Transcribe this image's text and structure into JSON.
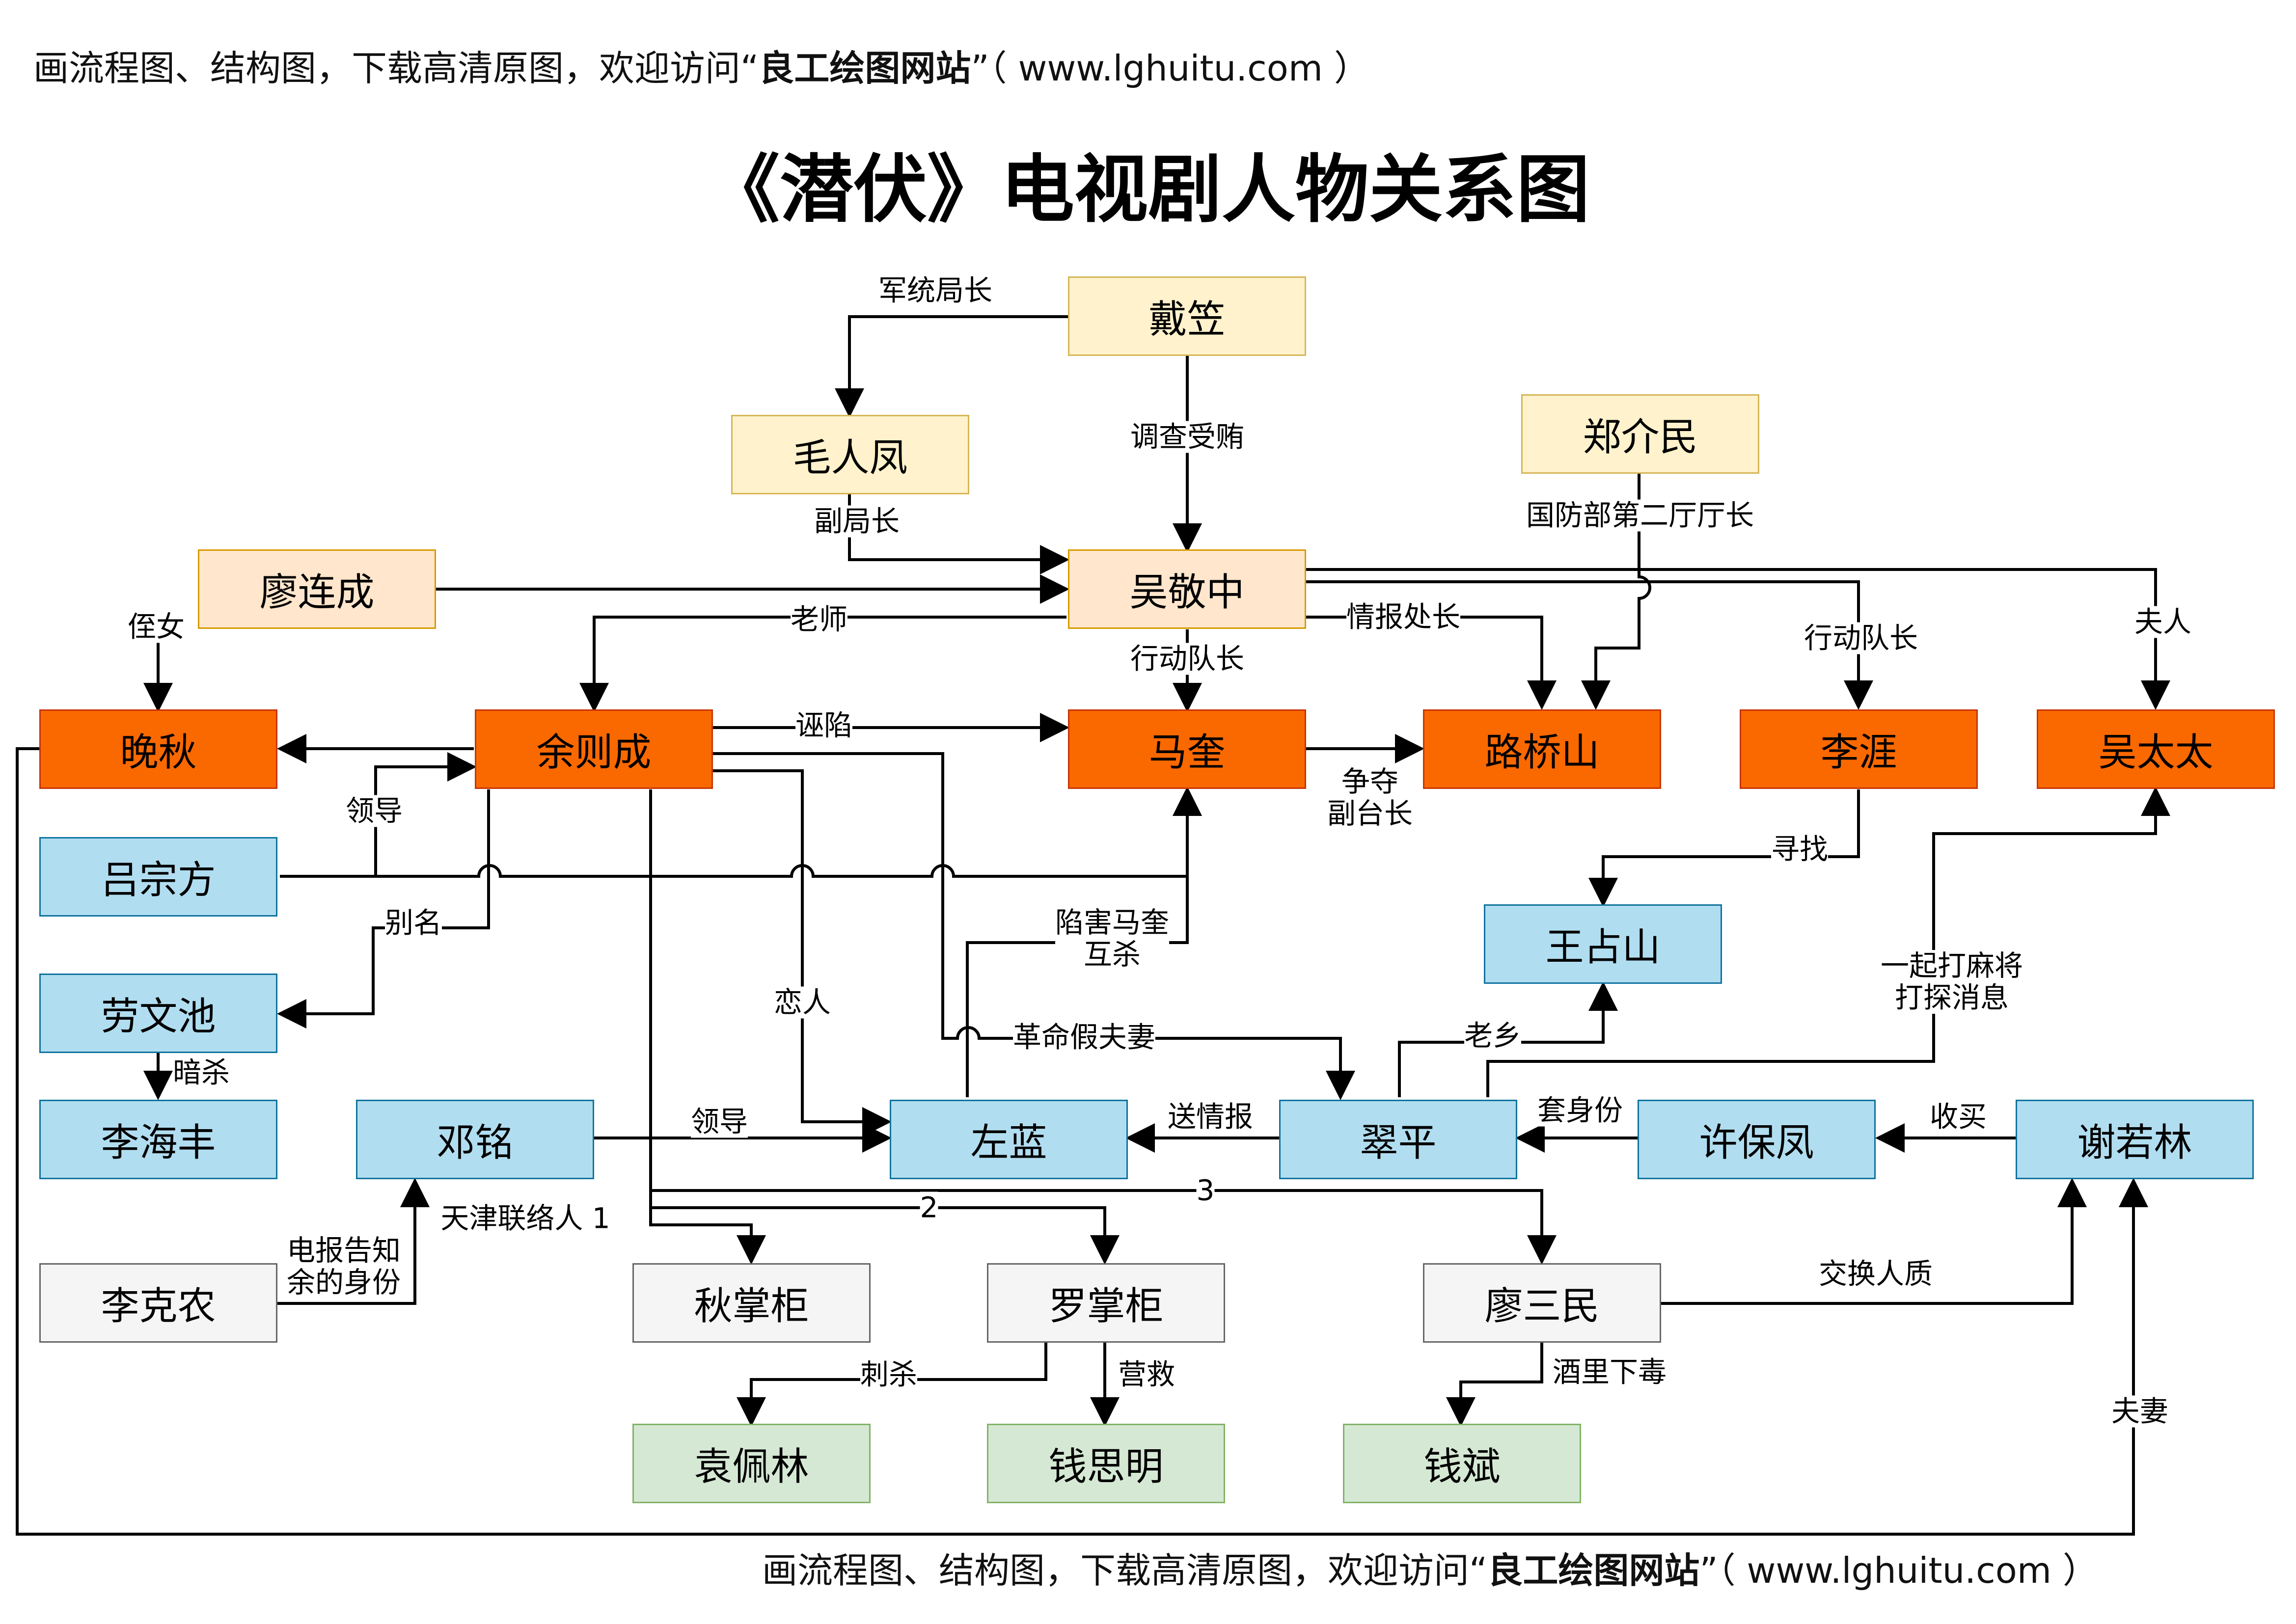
{
  "banner": {
    "before": "画流程图、结构图，下载高清原图，欢迎访问“",
    "site": "良工绘图网站",
    "after": "”（ www.lghuitu.com ）"
  },
  "title": "《潜伏》电视剧人物关系图",
  "colors": {
    "yellow_fill": "#fff2cc",
    "yellow_border": "#d6b656",
    "peach_fill": "#ffe6cc",
    "peach_border": "#d79b00",
    "orange_fill": "#fa6800",
    "orange_border": "#c73500",
    "blue_fill": "#b1ddf0",
    "blue_border": "#10739e",
    "gray_fill": "#f5f5f5",
    "gray_border": "#666666",
    "green_fill": "#d5e8d4",
    "green_border": "#82b366"
  },
  "nodes": {
    "daili": "戴笠",
    "maorenfeng": "毛人凤",
    "zhengjiemin": "郑介民",
    "liaoliancheng": "廖连成",
    "wujingzhong": "吴敬中",
    "wanqiu": "晚秋",
    "yuzecheng": "余则成",
    "makui": "马奎",
    "luqiaoshan": "路桥山",
    "liya": "李涯",
    "wutaitai": "吴太太",
    "lvzongfang": "吕宗方",
    "wangzhanshan": "王占山",
    "laowenchi": "劳文池",
    "lihaifeng": "李海丰",
    "dengming": "邓铭",
    "zuolan": "左蓝",
    "cuiping": "翠平",
    "xubaofeng": "许保凤",
    "xieruolin": "谢若林",
    "likenong": "李克农",
    "qiuzhanggui": "秋掌柜",
    "luozhanggui": "罗掌柜",
    "liaosanmin": "廖三民",
    "yuanpeilin": "袁佩林",
    "qiansiming": "钱思明",
    "qianbin": "钱斌"
  },
  "edges": {
    "juntongjuzhang": "军统局长",
    "diaochashouhui": "调查受贿",
    "fujuzhang": "副局长",
    "guofangbu": "国防部第二厅厅长",
    "zhinv": "侄女",
    "laoshi": "老师",
    "qingbaochuzhang": "情报处长",
    "xingdongduizhang1": "行动队长",
    "xingdongduizhang2": "行动队长",
    "furen": "夫人",
    "wuxian": "诬陷",
    "lingdao1": "领导",
    "biemming": "别名",
    "zhengduo": "争夺\n副台长",
    "xunzhao": "寻找",
    "xianhai": "陷害马奎\n互杀",
    "lianren": "恋人",
    "geming": "革命假夫妻",
    "laoxiang": "老乡",
    "yiqidamajiang": "一起打麻将\n打探消息",
    "ansha": "暗杀",
    "lingdao2": "领导",
    "songqingbao": "送情报",
    "taoshenfen": "套身份",
    "shoumai": "收买",
    "tianjin": "天津联络人 1",
    "n2": "2",
    "n3": "3",
    "dianbao": "电报告知\n余的身份",
    "jiaohuan": "交换人质",
    "fuqi": "夫妻",
    "cisha": "刺杀",
    "yingjiu": "营救",
    "jiuli": "酒里下毒"
  }
}
